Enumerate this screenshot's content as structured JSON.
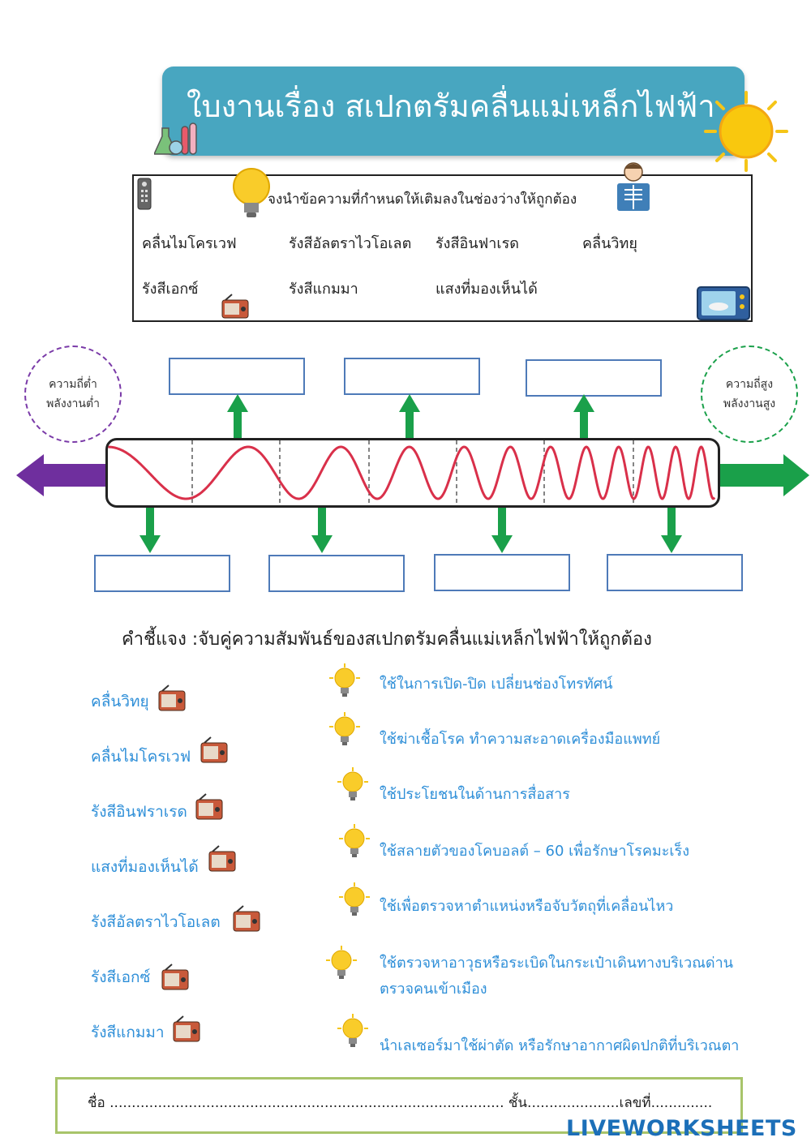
{
  "title": "ใบงานเรื่อง สเปกตรัมคลื่นแม่เหล็กไฟฟ้า",
  "instruction": "จงนำข้อความที่กำหนดให้เติมลงในช่องว่างให้ถูกต้อง",
  "words": [
    "คลื่นไมโครเวฟ",
    "รังสีอัลตราไวโอเลต",
    "รังสีอินฟาเรด",
    "คลื่นวิทยุ",
    "รังสีเอกซ์",
    "รังสีแกมมา",
    "แสงที่มองเห็นได้"
  ],
  "low_label": [
    "ความถี่ต่ำ",
    "พลังงานต่ำ"
  ],
  "high_label": [
    "ความถี่สูง",
    "พลังงานสูง"
  ],
  "colors": {
    "banner": "#48a6c0",
    "arrow_left": "#6f2f9e",
    "arrow_right": "#1aa04a",
    "wave": "#d9304a",
    "text_blue": "#2f8fd8",
    "box_border": "#4e7ab8"
  },
  "matching_heading": "คำชี้แจง :จับคู่ความสัมพันธ์ของสเปกตรัมคลื่นแม่เหล็กไฟฟ้าให้ถูกต้อง",
  "left_items": [
    "คลื่นวิทยุ",
    "คลื่นไมโครเวฟ",
    "รังสีอินฟราเรด",
    "แสงที่มองเห็นได้",
    "รังสีอัลตราไวโอเลต",
    "รังสีเอกซ์",
    "รังสีแกมมา"
  ],
  "right_items": [
    "ใช้ในการเปิด-ปิด เปลี่ยนช่องโทรทัศน์",
    "ใช้ฆ่าเชื้อโรค ทำความสะอาดเครื่องมือแพทย์",
    "ใช้ประโยชนในด้านการสื่อสาร",
    "ใช้สลายตัวของโคบอลต์ – 60 เพื่อรักษาโรคมะเร็ง",
    "ใช้เพื่อตรวจหาตำแหน่งหรือจับวัตถุที่เคลื่อนไหว",
    "ใช้ตรวจหาอาวุธหรือระเบิดในกระเป๋าเดินทางบริเวณด่าน",
    "ตรวจคนเข้าเมือง",
    "นำเลเซอร์มาใช้ผ่าตัด หรือรักษาอากาศผิดปกติที่บริเวณตา"
  ],
  "footer": "ชื่อ .......................................................................................... ชั้น.....................เลขที่..............",
  "logo": "LIVEWORKSHEETS",
  "icons": [
    "flask-icon",
    "sun-icon",
    "lightbulb-icon",
    "remote-control-icon",
    "xray-person-icon",
    "radio-icon",
    "microwave-icon"
  ]
}
